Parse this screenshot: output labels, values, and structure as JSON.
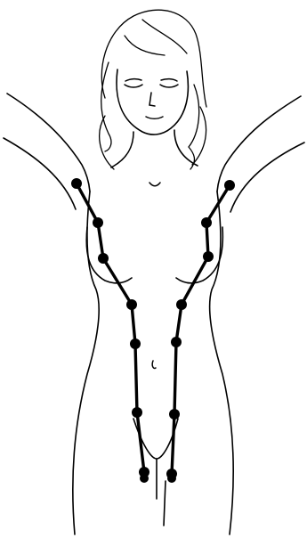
{
  "colors": {
    "background": "#ffffff",
    "outline": "#000000",
    "marker": "#000000"
  },
  "figure": {
    "subject": "frontal-female-torso-outline",
    "marked_paths": [
      {
        "side": "left",
        "point_count": 8
      },
      {
        "side": "right",
        "point_count": 8
      }
    ]
  }
}
